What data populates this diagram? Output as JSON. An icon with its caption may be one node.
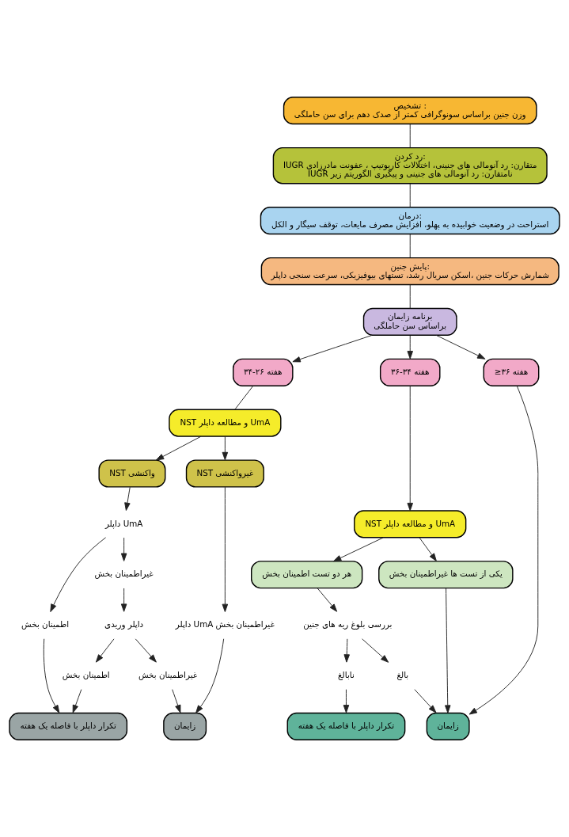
{
  "diagram": {
    "nodes": [
      {
        "text": [
          "تشخیص :",
          "وزن جنین براساس سونوگرافی کمتر از صدک دهم برای سن حاملگی"
        ]
      },
      {
        "text": [
          "رد کردن:",
          "IUGR متقارن: رد آنومالی های جنینی، اختلالات کاریوتیپ ، عفونت مادرزادی",
          "IUGR نامتقارن: رد آنومالی های جنینی و پیگیری الگوریتم زیر"
        ]
      },
      {
        "text": [
          "درمان:",
          "استراحت در وضعیت خوابیده به پهلو، افزایش مصرف مایعات، توقف سیگار و الکل"
        ]
      },
      {
        "text": [
          "پایش جنین:",
          "شمارش حرکات جنین ،اسکن سریال رشد، تستهای بیوفیزیکی، سرعت سنجی داپلر"
        ]
      },
      {
        "text": [
          "برنامه زایمان",
          "براساس سن حاملگی"
        ]
      },
      {
        "text": [
          "۳۴-۲۶ هفته"
        ]
      },
      {
        "text": [
          "۳۶-۳۴ هفته"
        ]
      },
      {
        "text": [
          "≥۳۶ هفته"
        ]
      },
      {
        "text": [
          "NST و مطالعه داپلر UmA"
        ]
      },
      {
        "text": [
          "NST و مطالعه داپلر UmA"
        ]
      },
      {
        "text": [
          "NST واکنشی"
        ]
      },
      {
        "text": [
          "NST غیرواکنشی"
        ]
      },
      {
        "text": [
          "داپلر UmA"
        ]
      },
      {
        "text": [
          "اطمینان بخش"
        ]
      },
      {
        "text": [
          "غیراطمینان بخش"
        ]
      },
      {
        "text": [
          "داپلر وریدی"
        ]
      },
      {
        "text": [
          "اطمینان بخش"
        ]
      },
      {
        "text": [
          "غیراطمینان بخش"
        ]
      },
      {
        "text": [
          "داپلر UmA غیراطمینان بخش"
        ]
      },
      {
        "text": [
          "تکرار داپلر با فاصله یک هفته"
        ]
      },
      {
        "text": [
          "زایمان"
        ]
      },
      {
        "text": [
          "هر دو تست اطمینان بخش"
        ]
      },
      {
        "text": [
          "یکی از تست ها غیراطمینان بخش"
        ]
      },
      {
        "text": [
          "بررسی بلوغ ریه های جنین"
        ]
      },
      {
        "text": [
          "نابالغ"
        ]
      },
      {
        "text": [
          "بالغ"
        ]
      },
      {
        "text": [
          "تکرار داپلر با فاصله یک هفته"
        ]
      },
      {
        "text": [
          "زایمان"
        ]
      }
    ],
    "edges": [
      {
        "from": 0,
        "to": 1,
        "arrow": "none"
      },
      {
        "from": 1,
        "to": 2,
        "arrow": "none"
      },
      {
        "from": 2,
        "to": 3,
        "arrow": "none"
      },
      {
        "from": 3,
        "to": 4,
        "arrow": "none"
      },
      {
        "from": 4,
        "to": 5,
        "arrow": "to"
      },
      {
        "from": 4,
        "to": 6,
        "arrow": "to"
      },
      {
        "from": 4,
        "to": 7,
        "arrow": "to"
      },
      {
        "from": 5,
        "to": 8,
        "arrow": "none"
      },
      {
        "from": 6,
        "to": 9,
        "arrow": "to"
      },
      {
        "from": 8,
        "to": 10,
        "arrow": "to"
      },
      {
        "from": 8,
        "to": 11,
        "arrow": "to"
      },
      {
        "from": 10,
        "to": 12,
        "arrow": "to"
      },
      {
        "from": 12,
        "to": 13,
        "arrow": "to"
      },
      {
        "from": 12,
        "to": 14,
        "arrow": "to"
      },
      {
        "from": 14,
        "to": 15,
        "arrow": "to"
      },
      {
        "from": 15,
        "to": 16,
        "arrow": "to"
      },
      {
        "from": 15,
        "to": 17,
        "arrow": "to"
      },
      {
        "from": 11,
        "to": 18,
        "arrow": "to"
      },
      {
        "from": 13,
        "to": 19,
        "arrow": "to"
      },
      {
        "from": 16,
        "to": 19,
        "arrow": "to"
      },
      {
        "from": 17,
        "to": 20,
        "arrow": "to"
      },
      {
        "from": 18,
        "to": 20,
        "arrow": "to"
      },
      {
        "from": 9,
        "to": 21,
        "arrow": "to"
      },
      {
        "from": 9,
        "to": 22,
        "arrow": "to"
      },
      {
        "from": 21,
        "to": 23,
        "arrow": "to"
      },
      {
        "from": 23,
        "to": 24,
        "arrow": "to"
      },
      {
        "from": 23,
        "to": 25,
        "arrow": "to"
      },
      {
        "from": 24,
        "to": 26,
        "arrow": "to"
      },
      {
        "from": 25,
        "to": 27,
        "arrow": "to"
      },
      {
        "from": 22,
        "to": 27,
        "arrow": "to"
      },
      {
        "from": 7,
        "to": 27,
        "arrow": "to"
      }
    ]
  }
}
